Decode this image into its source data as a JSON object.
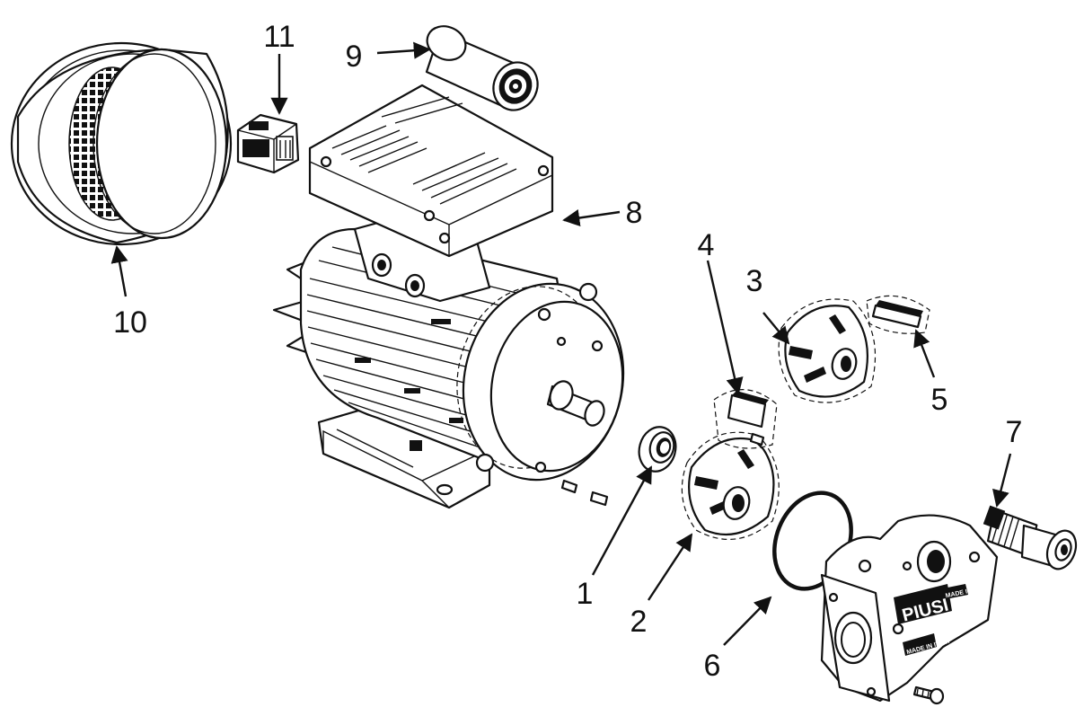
{
  "callouts": [
    {
      "id": "1",
      "text": "1"
    },
    {
      "id": "2",
      "text": "2"
    },
    {
      "id": "3",
      "text": "3"
    },
    {
      "id": "4",
      "text": "4"
    },
    {
      "id": "5",
      "text": "5"
    },
    {
      "id": "6",
      "text": "6"
    },
    {
      "id": "7",
      "text": "7"
    },
    {
      "id": "8",
      "text": "8"
    },
    {
      "id": "9",
      "text": "9"
    },
    {
      "id": "10",
      "text": "10"
    },
    {
      "id": "11",
      "text": "11"
    }
  ],
  "pump_body": {
    "brand_text": "PIUSI",
    "badge_text_1": "MADE IN ITALY",
    "badge_text_2": "MADE IN ITALY"
  }
}
